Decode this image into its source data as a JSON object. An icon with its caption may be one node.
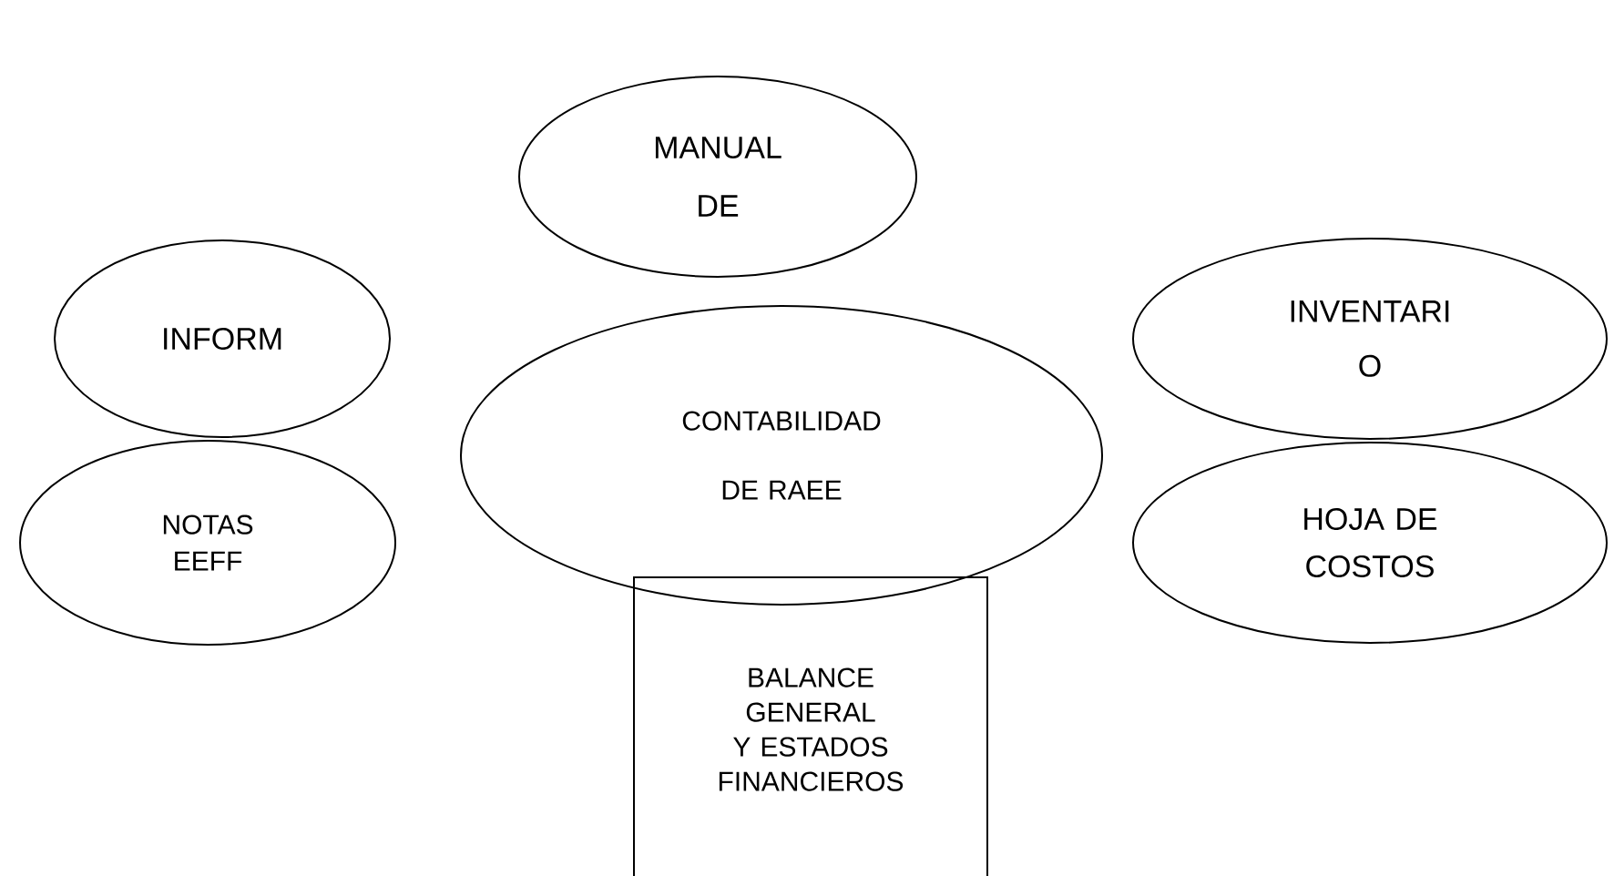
{
  "diagram": {
    "nodes": [
      {
        "text": [
          "MANUAL DE"
        ]
      },
      {
        "text": [
          "INFORM"
        ]
      },
      {
        "text": [
          "INVENTARI O"
        ]
      },
      {
        "text": [
          "CONTABILIDAD DE RAEE"
        ]
      },
      {
        "text": [
          "NOTAS EEFF"
        ]
      },
      {
        "text": [
          "HOJA DE COSTOS"
        ]
      },
      {
        "text": [
          "BALANCE GENERAL Y ESTADOS FINANCIEROS"
        ]
      }
    ]
  }
}
